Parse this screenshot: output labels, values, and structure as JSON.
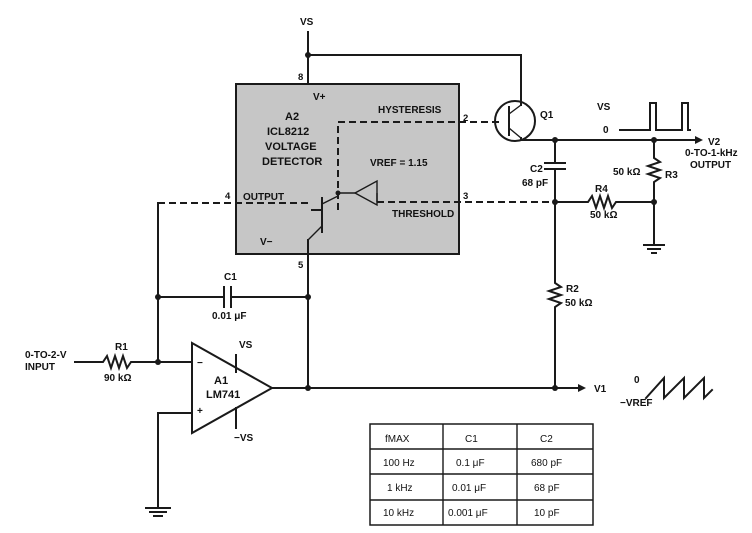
{
  "supply": {
    "vs_top": "VS"
  },
  "chip_a2": {
    "ref": "A2",
    "part": "ICL8212",
    "line1": "VOLTAGE",
    "line2": "DETECTOR",
    "vplus": "V+",
    "vminus": "V−",
    "pin8": "8",
    "pin2": "2",
    "pin3": "3",
    "pin4": "4",
    "pin5": "5",
    "hysteresis": "HYSTERESIS",
    "output": "OUTPUT",
    "threshold": "THRESHOLD",
    "vref": "VREF = 1.15"
  },
  "transistor": {
    "ref": "Q1"
  },
  "waveform_top": {
    "high": "VS",
    "low": "0"
  },
  "output_v2": {
    "node": "V2",
    "line1": "0-TO-1-kHz",
    "line2": "OUTPUT"
  },
  "c2": {
    "ref": "C2",
    "value": "68 pF"
  },
  "r3": {
    "ref": "R3",
    "value": "50 kΩ"
  },
  "r4": {
    "ref": "R4",
    "value": "50 kΩ"
  },
  "r2": {
    "ref": "R2",
    "value": "50 kΩ"
  },
  "c1": {
    "ref": "C1",
    "value": "0.01 μF"
  },
  "r1": {
    "ref": "R1",
    "value": "90 kΩ"
  },
  "input": {
    "line1": "0-TO-2-V",
    "line2": "INPUT"
  },
  "opamp_a1": {
    "ref": "A1",
    "part": "LM741",
    "vs_plus": "VS",
    "vs_minus": "−VS",
    "minus": "−",
    "plus": "+"
  },
  "output_v1": {
    "node": "V1",
    "wave_zero": "0",
    "wave_neg": "−VREF"
  },
  "table": {
    "headers": [
      "fMAX",
      "C1",
      "C2"
    ],
    "rows": [
      [
        "100 Hz",
        "0.1 μF",
        "680 pF"
      ],
      [
        "1 kHz",
        "0.01 μF",
        "68 pF"
      ],
      [
        "10 kHz",
        "0.001 μF",
        "10 pF"
      ]
    ]
  }
}
